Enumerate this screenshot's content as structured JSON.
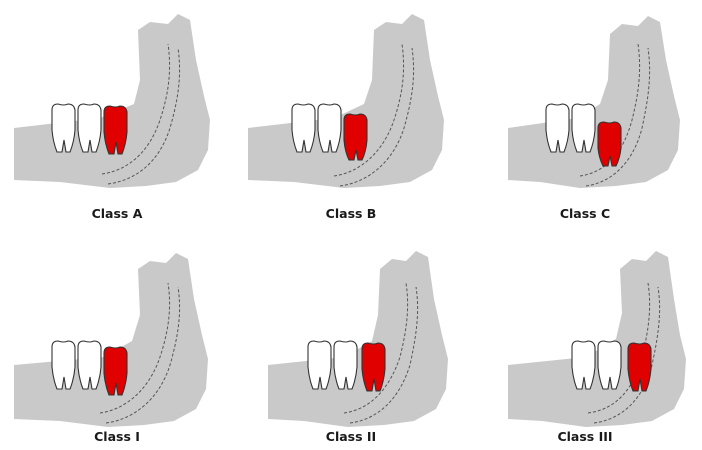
{
  "figure": {
    "colors": {
      "jaw": "#c9c9c9",
      "molar": "#ffffff",
      "impacted_molar": "#e00000",
      "outline": "#333333"
    },
    "panels": [
      {
        "label": "Class A",
        "ramus_relation": "A",
        "depth_level": "A"
      },
      {
        "label": "Class B",
        "ramus_relation": "B",
        "depth_level": "B"
      },
      {
        "label": "Class C",
        "ramus_relation": "C",
        "depth_level": "C"
      },
      {
        "label": "Class I",
        "ramus_relation": "I",
        "depth_level": "I"
      },
      {
        "label": "Class II",
        "ramus_relation": "II",
        "depth_level": "II"
      },
      {
        "label": "Class III",
        "ramus_relation": "III",
        "depth_level": "III"
      }
    ]
  }
}
